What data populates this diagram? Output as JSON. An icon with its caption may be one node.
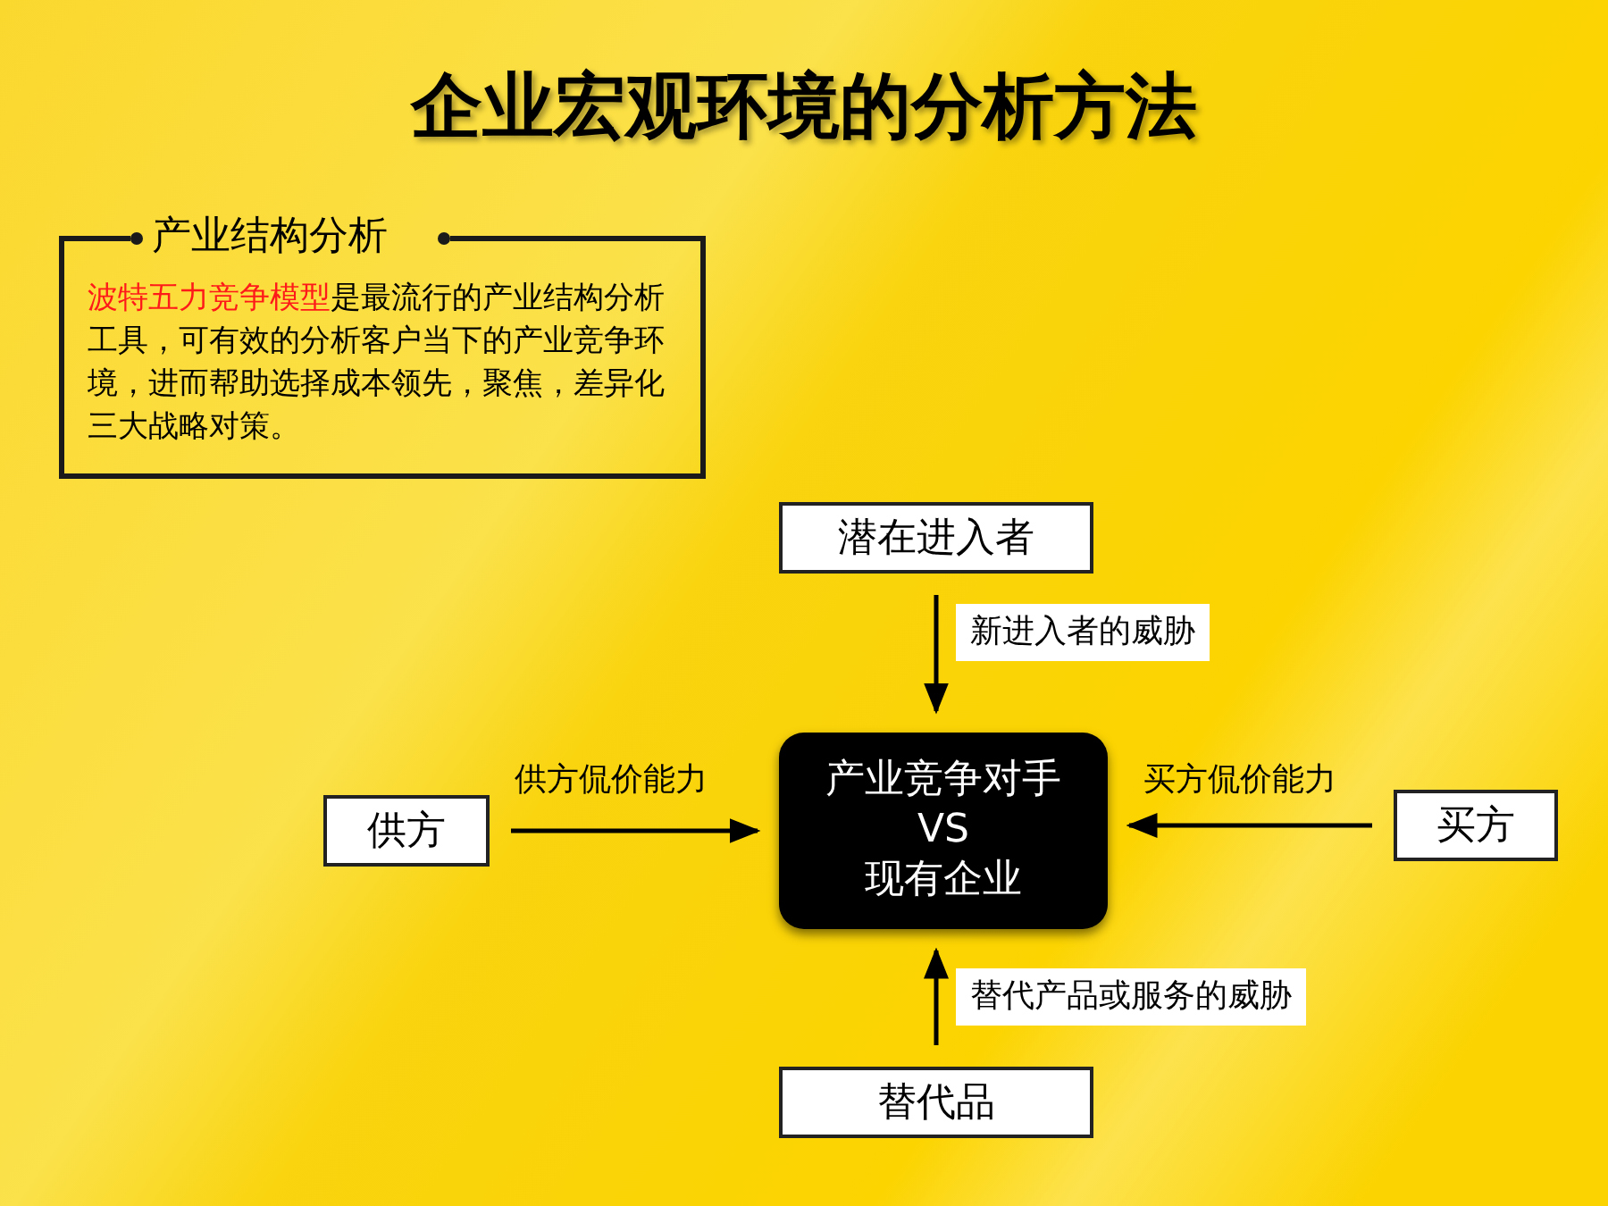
{
  "diagram": {
    "title": "企业宏观环境的分析方法",
    "nodes": [
      {
        "text": [
          "产业结构分析",
          "**波特五力竞争模型**是最流行的产业结构分析工具，可有效的分析客户当下的产业竞争环境，进而帮助选择成本领先，聚焦，差异化三大战略对策。"
        ]
      },
      {
        "text": [
          "潜在进入者"
        ]
      },
      {
        "text": [
          "产业竞争对手",
          "VS",
          "现有企业"
        ]
      },
      {
        "text": [
          "供方"
        ]
      },
      {
        "text": [
          "买方"
        ]
      },
      {
        "text": [
          "替代品"
        ]
      }
    ],
    "edges": [
      {
        "from": 1,
        "to": 2,
        "arrow": "to",
        "label": "新进入者的威胁"
      },
      {
        "from": 3,
        "to": 2,
        "arrow": "to",
        "label": "供方侃价能力"
      },
      {
        "from": 4,
        "to": 2,
        "arrow": "to",
        "label": "买方侃价能力"
      },
      {
        "from": 5,
        "to": 2,
        "arrow": "to",
        "label": "替代产品或服务的威胁"
      }
    ]
  }
}
